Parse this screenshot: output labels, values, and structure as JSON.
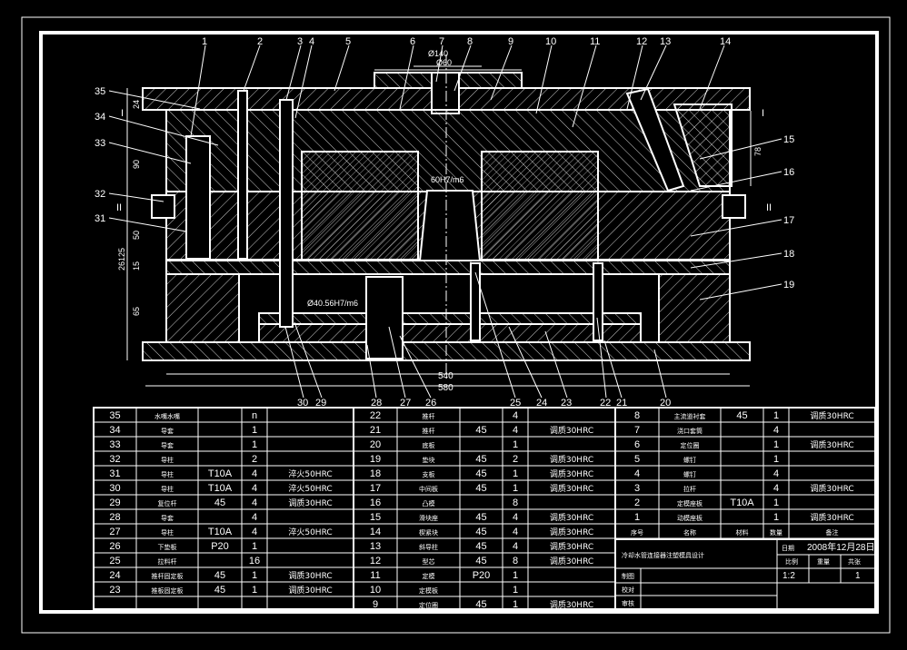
{
  "colors": {
    "background": "#000000",
    "line": "#ffffff"
  },
  "drawing": {
    "part_numbers_top": [
      "1",
      "2",
      "3",
      "4",
      "5",
      "6",
      "7",
      "8",
      "9",
      "10",
      "11",
      "12",
      "13",
      "14"
    ],
    "part_numbers_left": [
      "35",
      "34",
      "33",
      "32",
      "31"
    ],
    "part_numbers_right": [
      "15",
      "16",
      "17",
      "18",
      "19"
    ],
    "part_numbers_bottom": [
      "30",
      "29",
      "28",
      "27",
      "26",
      "25",
      "24",
      "23",
      "22",
      "21",
      "20"
    ],
    "section_marks": {
      "i_left": "I",
      "i_right": "I",
      "ii_left": "II",
      "ii_right": "II"
    },
    "dims": {
      "d140": "Ø140",
      "d60": "Ø60",
      "fit1": "60H7/m6",
      "fit2": "Ø40.56H7/m6",
      "w540": "540",
      "w580": "580",
      "h24": "24",
      "h90": "90",
      "h50": "50",
      "h15": "15",
      "h65": "65",
      "h78": "78",
      "h26125": "26125"
    }
  },
  "bom": {
    "col1": [
      {
        "no": "35",
        "name": "水嘴水嘴",
        "mat": "",
        "qty": "n",
        "note": ""
      },
      {
        "no": "34",
        "name": "导套",
        "mat": "",
        "qty": "1",
        "note": ""
      },
      {
        "no": "33",
        "name": "导套",
        "mat": "",
        "qty": "1",
        "note": ""
      },
      {
        "no": "32",
        "name": "导柱",
        "mat": "",
        "qty": "2",
        "note": ""
      },
      {
        "no": "31",
        "name": "导柱",
        "mat": "T10A",
        "qty": "4",
        "note": "淬火50HRC"
      },
      {
        "no": "30",
        "name": "导柱",
        "mat": "T10A",
        "qty": "4",
        "note": "淬火50HRC"
      },
      {
        "no": "29",
        "name": "复位杆",
        "mat": "45",
        "qty": "4",
        "note": "调质30HRC"
      },
      {
        "no": "28",
        "name": "导套",
        "mat": "",
        "qty": "4",
        "note": ""
      },
      {
        "no": "27",
        "name": "导柱",
        "mat": "T10A",
        "qty": "4",
        "note": "淬火50HRC"
      },
      {
        "no": "26",
        "name": "下垫板",
        "mat": "P20",
        "qty": "1",
        "note": ""
      },
      {
        "no": "25",
        "name": "拉料杆",
        "mat": "",
        "qty": "16",
        "note": ""
      },
      {
        "no": "24",
        "name": "推杆固定板",
        "mat": "45",
        "qty": "1",
        "note": "调质30HRC"
      },
      {
        "no": "23",
        "name": "推板固定板",
        "mat": "45",
        "qty": "1",
        "note": "调质30HRC"
      }
    ],
    "col2": [
      {
        "no": "22",
        "name": "推杆",
        "mat": "",
        "qty": "4",
        "note": ""
      },
      {
        "no": "21",
        "name": "推杆",
        "mat": "45",
        "qty": "4",
        "note": "调质30HRC"
      },
      {
        "no": "20",
        "name": "底板",
        "mat": "",
        "qty": "1",
        "note": ""
      },
      {
        "no": "19",
        "name": "垫块",
        "mat": "45",
        "qty": "2",
        "note": "调质30HRC"
      },
      {
        "no": "18",
        "name": "支板",
        "mat": "45",
        "qty": "1",
        "note": "调质30HRC"
      },
      {
        "no": "17",
        "name": "中间板",
        "mat": "45",
        "qty": "1",
        "note": "调质30HRC"
      },
      {
        "no": "16",
        "name": "凸模",
        "mat": "",
        "qty": "8",
        "note": ""
      },
      {
        "no": "15",
        "name": "滑块座",
        "mat": "45",
        "qty": "4",
        "note": "调质30HRC"
      },
      {
        "no": "14",
        "name": "楔紧块",
        "mat": "45",
        "qty": "4",
        "note": "调质30HRC"
      },
      {
        "no": "13",
        "name": "斜导柱",
        "mat": "45",
        "qty": "4",
        "note": "调质30HRC"
      },
      {
        "no": "12",
        "name": "型芯",
        "mat": "45",
        "qty": "8",
        "note": "调质30HRC"
      },
      {
        "no": "11",
        "name": "定模",
        "mat": "P20",
        "qty": "1",
        "note": ""
      },
      {
        "no": "10",
        "name": "定模板",
        "mat": "",
        "qty": "1",
        "note": ""
      },
      {
        "no": "9",
        "name": "定位圈",
        "mat": "45",
        "qty": "1",
        "note": "调质30HRC"
      }
    ],
    "col3": [
      {
        "no": "8",
        "name": "主流道衬套",
        "mat": "45",
        "qty": "1",
        "note": "调质30HRC"
      },
      {
        "no": "7",
        "name": "浇口套筒",
        "mat": "",
        "qty": "4",
        "note": ""
      },
      {
        "no": "6",
        "name": "定位圈",
        "mat": "",
        "qty": "1",
        "note": "调质30HRC"
      },
      {
        "no": "5",
        "name": "螺钉",
        "mat": "",
        "qty": "1",
        "note": ""
      },
      {
        "no": "4",
        "name": "螺钉",
        "mat": "",
        "qty": "4",
        "note": ""
      },
      {
        "no": "3",
        "name": "拉杆",
        "mat": "",
        "qty": "4",
        "note": "调质30HRC"
      },
      {
        "no": "2",
        "name": "定模座板",
        "mat": "T10A",
        "qty": "1",
        "note": ""
      },
      {
        "no": "1",
        "name": "动模座板",
        "mat": "",
        "qty": "1",
        "note": "调质30HRC"
      }
    ],
    "header": {
      "no": "序号",
      "name": "名称",
      "mat": "材料",
      "qty": "数量",
      "note": "备注"
    }
  },
  "title_block": {
    "title": "冷却水管连接器注塑模具设计",
    "date": "2008年12月28日",
    "scale_label": "比例",
    "weight_label": "重量",
    "sheet_label": "共张",
    "scale_value": "1:2",
    "sheet_value": "1",
    "date_label": "日期",
    "row_labels": [
      "制图",
      "校对",
      "审核"
    ]
  }
}
